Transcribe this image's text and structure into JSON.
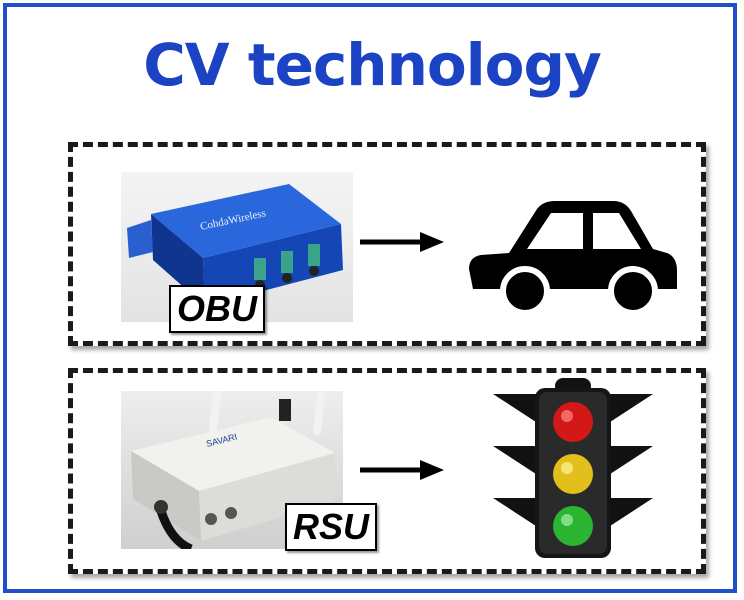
{
  "title": "CV technology",
  "rows": [
    {
      "device_label": "OBU",
      "brand": "CohdaWireless",
      "target": "car-icon"
    },
    {
      "device_label": "RSU",
      "brand": "SAVARI",
      "target": "traffic-light-icon"
    }
  ],
  "colors": {
    "title": "#1b43c4",
    "frame": "#1f4fc9",
    "obu_body": "#1a52c9",
    "rsu_body": "#e9e9e6"
  }
}
